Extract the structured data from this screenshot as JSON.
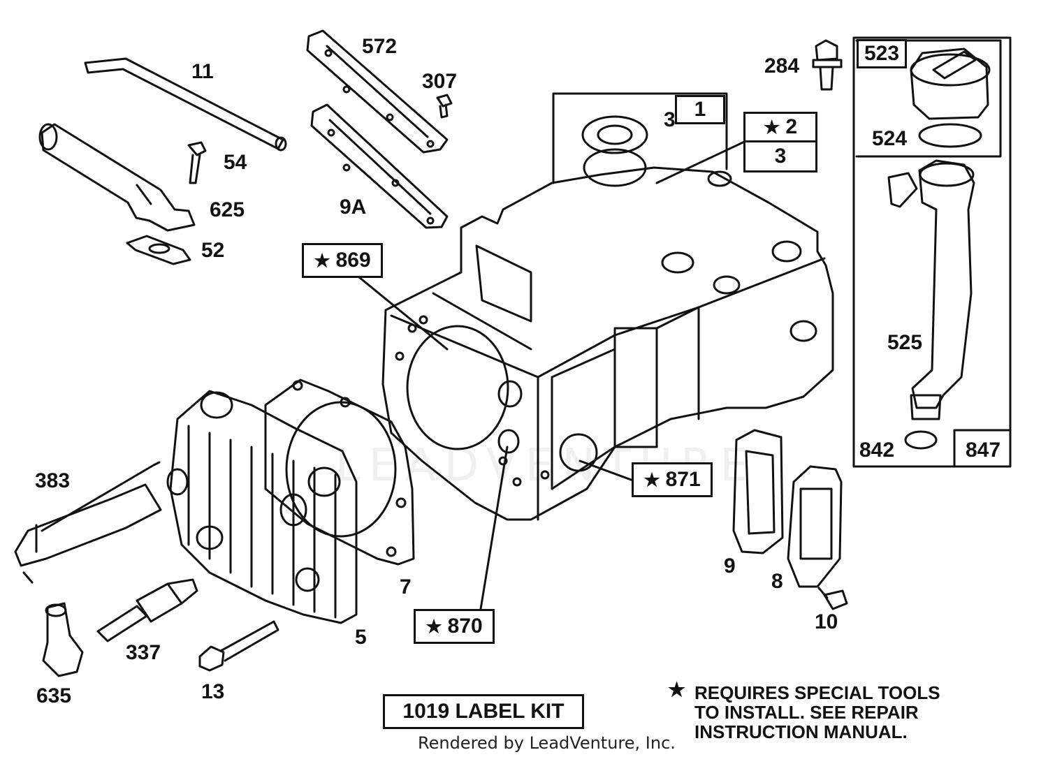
{
  "labels": {
    "p11": "11",
    "p54": "54",
    "p625": "625",
    "p52": "52",
    "p572": "572",
    "p307": "307",
    "p9a": "9A",
    "p284": "284",
    "p3a": "3",
    "p1": "1",
    "p2": "2",
    "p3b": "3",
    "p523": "523",
    "p524": "524",
    "p525": "525",
    "p842": "842",
    "p847": "847",
    "p869": "869",
    "p871": "871",
    "p870": "870",
    "p383": "383",
    "p337": "337",
    "p635": "635",
    "p13": "13",
    "p5": "5",
    "p7": "7",
    "p9": "9",
    "p8": "8",
    "p10": "10"
  },
  "star_glyph": "★",
  "label_kit": "1019 LABEL KIT",
  "note": {
    "line1": "REQUIRES SPECIAL TOOLS",
    "line2": "TO INSTALL.  SEE REPAIR",
    "line3": "INSTRUCTION MANUAL."
  },
  "footer": "Rendered by LeadVenture, Inc.",
  "watermark": "LEADVENTURE",
  "colors": {
    "line": "#111111",
    "background": "#ffffff"
  }
}
